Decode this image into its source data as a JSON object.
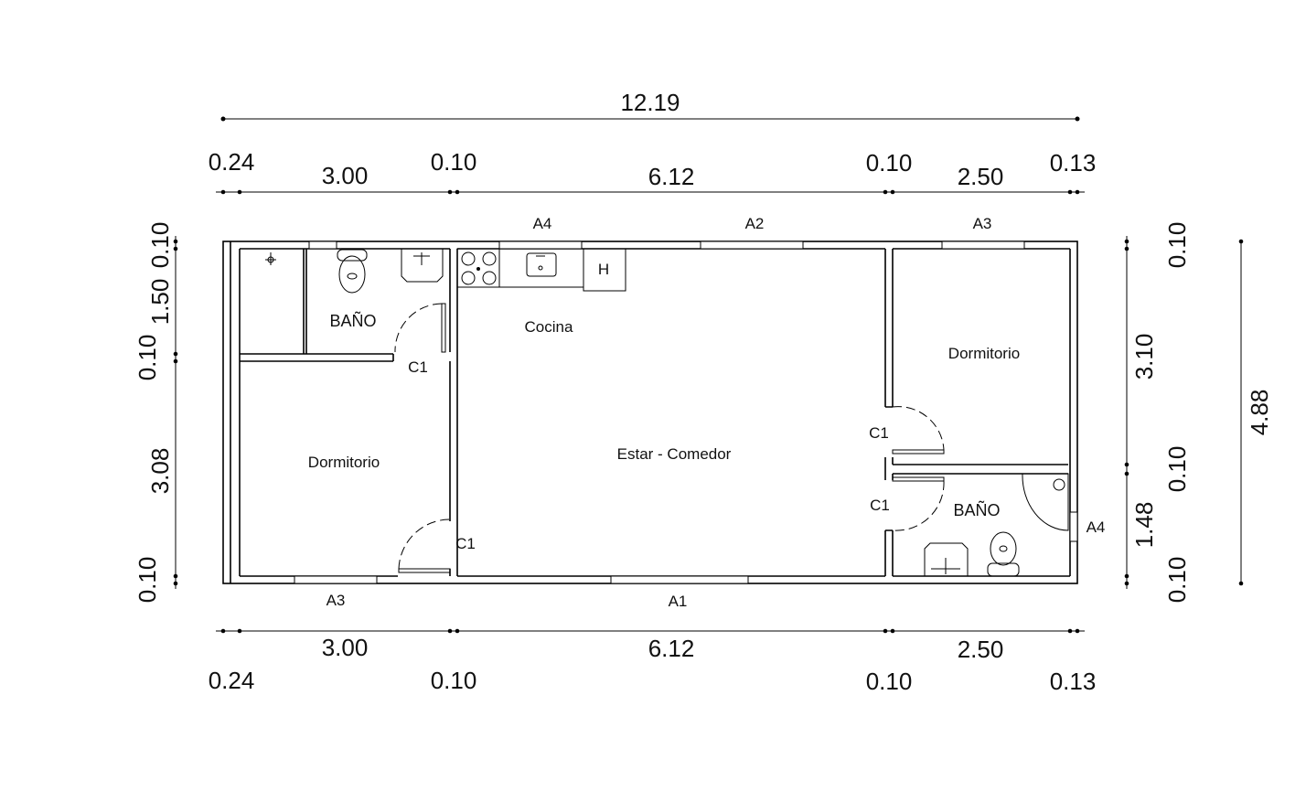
{
  "dimensions": {
    "total_width": "12.19",
    "total_depth": "4.88",
    "top": [
      "0.24",
      "3.00",
      "0.10",
      "6.12",
      "0.10",
      "2.50",
      "0.13"
    ],
    "bottom": [
      "0.24",
      "3.00",
      "0.10",
      "6.12",
      "0.10",
      "2.50",
      "0.13"
    ],
    "left": [
      "0.10",
      "1.50",
      "0.10",
      "3.08",
      "0.10"
    ],
    "right": [
      "0.10",
      "3.10",
      "0.10",
      "1.48",
      "0.10"
    ]
  },
  "rooms": {
    "bath_left": "BAÑO",
    "kitchen": "Cocina",
    "living": "Estar - Comedor",
    "bedroom_left": "Dormitorio",
    "bedroom_right": "Dormitorio",
    "bath_right": "BAÑO"
  },
  "fixtures": {
    "heater": "H"
  },
  "openings": {
    "a4_top": "A4",
    "a2_top": "A2",
    "a3_top": "A3",
    "a3_bottom": "A3",
    "a1_bottom": "A1",
    "a4_right": "A4",
    "c1_bath_left": "C1",
    "c1_bed_left": "C1",
    "c1_bed_right": "C1",
    "c1_bath_right": "C1"
  }
}
